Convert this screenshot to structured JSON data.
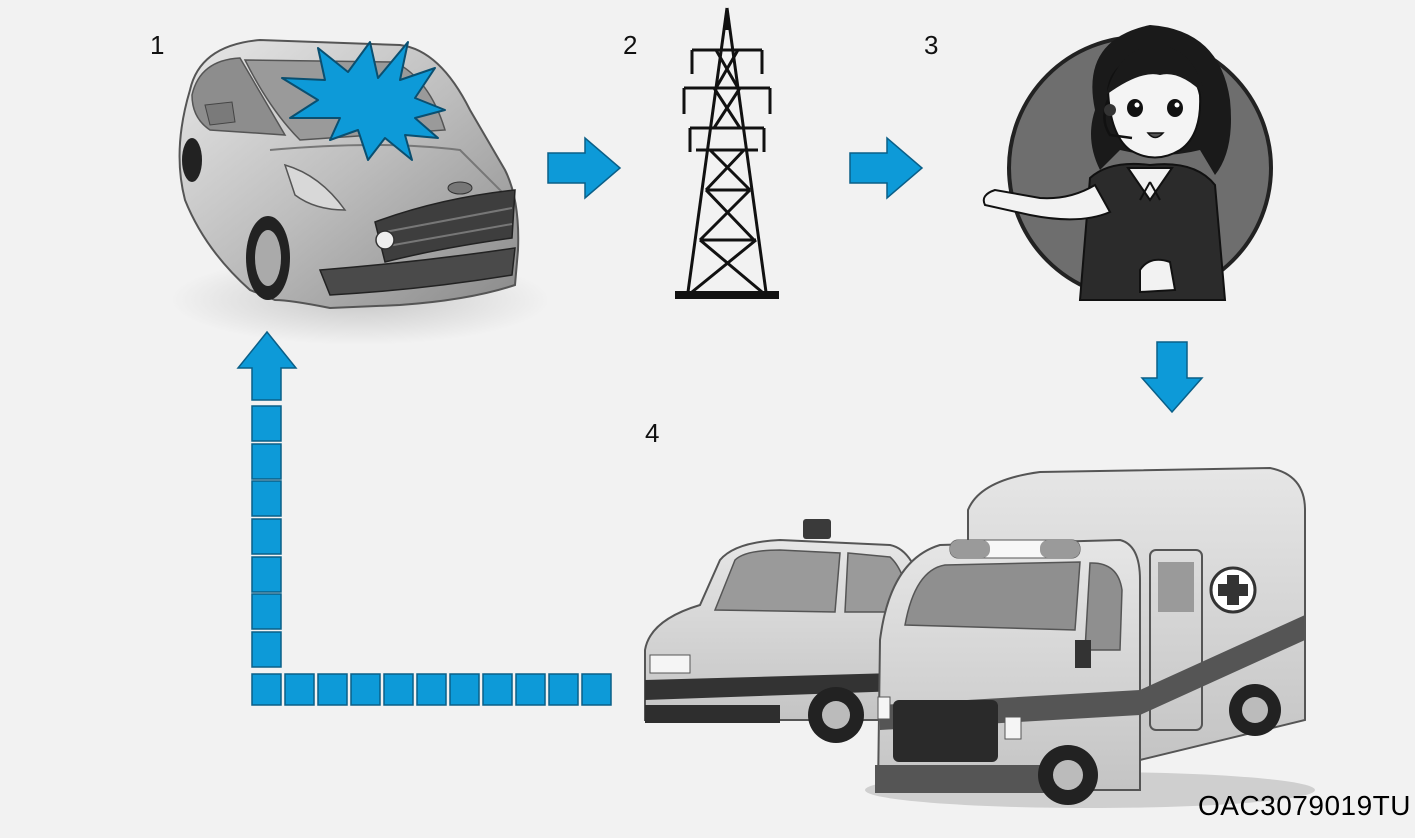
{
  "steps": [
    {
      "number": "1",
      "scene": "crashed-car"
    },
    {
      "number": "2",
      "scene": "transmission-tower"
    },
    {
      "number": "3",
      "scene": "call-center-operator"
    },
    {
      "number": "4",
      "scene": "emergency-vehicles"
    }
  ],
  "figure_code": "OAC3079019TU",
  "colors": {
    "accent": "#0d9ad8",
    "background": "#f2f2f2",
    "ink": "#111111"
  }
}
